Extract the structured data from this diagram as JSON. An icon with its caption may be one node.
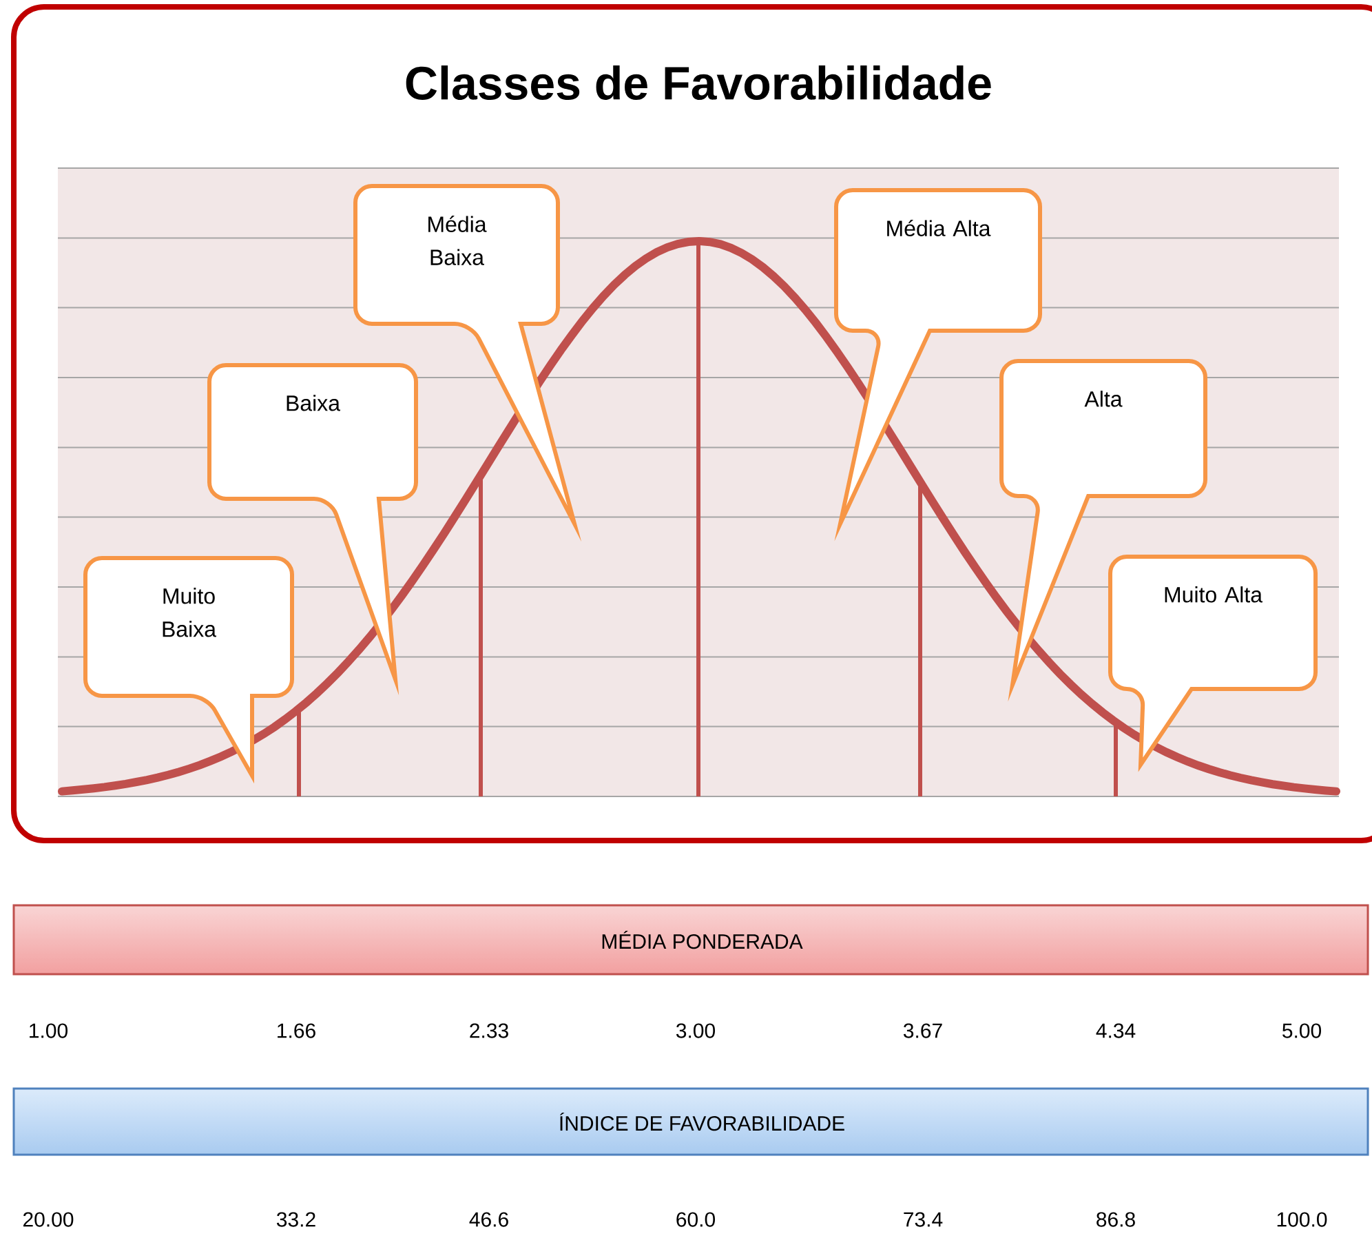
{
  "diagram": {
    "title": "Classes de Favorabilidade",
    "nodes": [
      {
        "text": [
          "Muito Baixa"
        ]
      },
      {
        "text": [
          "Baixa"
        ]
      },
      {
        "text": [
          "Média Baixa"
        ]
      },
      {
        "text": [
          "Média Alta"
        ]
      },
      {
        "text": [
          "Alta"
        ]
      },
      {
        "text": [
          "Muito Alta"
        ]
      },
      {
        "text": [
          "MÉDIA PONDERADA"
        ]
      },
      {
        "text": [
          "ÍNDICE DE FAVORABILIDADE"
        ]
      }
    ],
    "edges": [],
    "labels": [
      "1.00",
      "1.66",
      "2.33",
      "3.00",
      "3.67",
      "4.34",
      "5.00",
      "20.00",
      "33.2",
      "46.6",
      "60.0",
      "73.4",
      "86.8",
      "100.0"
    ]
  }
}
